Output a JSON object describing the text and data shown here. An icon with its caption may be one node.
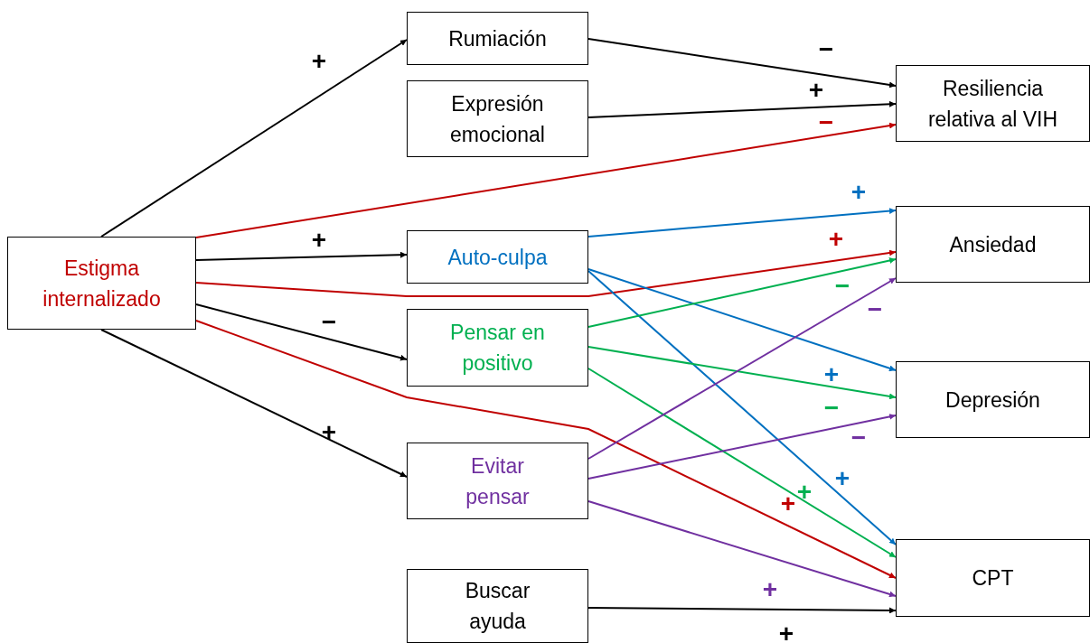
{
  "diagram": {
    "nodes": [
      {
        "text": [
          "Estigma internalizado"
        ]
      },
      {
        "text": [
          "Rumiación"
        ]
      },
      {
        "text": [
          "Expresión emocional"
        ]
      },
      {
        "text": [
          "Auto-culpa"
        ]
      },
      {
        "text": [
          "Pensar en positivo"
        ]
      },
      {
        "text": [
          "Evitar pensar"
        ]
      },
      {
        "text": [
          "Buscar ayuda"
        ]
      },
      {
        "text": [
          "Resiliencia relativa al VIH"
        ]
      },
      {
        "text": [
          "Ansiedad"
        ]
      },
      {
        "text": [
          "Depresión"
        ]
      },
      {
        "text": [
          "CPT"
        ]
      }
    ],
    "edges": [
      {
        "from": 0,
        "to": 1,
        "arrow": "to",
        "label": "+"
      },
      {
        "from": 0,
        "to": 3,
        "arrow": "to",
        "label": "+"
      },
      {
        "from": 0,
        "to": 4,
        "arrow": "to",
        "label": "−"
      },
      {
        "from": 0,
        "to": 5,
        "arrow": "to",
        "label": "+"
      },
      {
        "from": 1,
        "to": 7,
        "arrow": "to",
        "label": "−"
      },
      {
        "from": 2,
        "to": 7,
        "arrow": "to",
        "label": "+"
      },
      {
        "from": 0,
        "to": 7,
        "arrow": "to",
        "label": "−",
        "color": "#c00000"
      },
      {
        "from": 0,
        "to": 8,
        "arrow": "to",
        "label": "+",
        "color": "#c00000"
      },
      {
        "from": 0,
        "to": 10,
        "arrow": "to",
        "label": "+",
        "color": "#c00000"
      },
      {
        "from": 3,
        "to": 8,
        "arrow": "to",
        "label": "+",
        "color": "#0070c0"
      },
      {
        "from": 3,
        "to": 9,
        "arrow": "to",
        "label": "+",
        "color": "#0070c0"
      },
      {
        "from": 3,
        "to": 10,
        "arrow": "to",
        "label": "+",
        "color": "#0070c0"
      },
      {
        "from": 4,
        "to": 8,
        "arrow": "to",
        "label": "−",
        "color": "#00b050"
      },
      {
        "from": 4,
        "to": 9,
        "arrow": "to",
        "label": "−",
        "color": "#00b050"
      },
      {
        "from": 4,
        "to": 10,
        "arrow": "to",
        "label": "+",
        "color": "#00b050"
      },
      {
        "from": 5,
        "to": 8,
        "arrow": "to",
        "label": "−",
        "color": "#7030a0"
      },
      {
        "from": 5,
        "to": 9,
        "arrow": "to",
        "label": "−",
        "color": "#7030a0"
      },
      {
        "from": 5,
        "to": 10,
        "arrow": "to",
        "label": "+",
        "color": "#7030a0"
      },
      {
        "from": 6,
        "to": 10,
        "arrow": "to",
        "label": "+"
      }
    ]
  }
}
